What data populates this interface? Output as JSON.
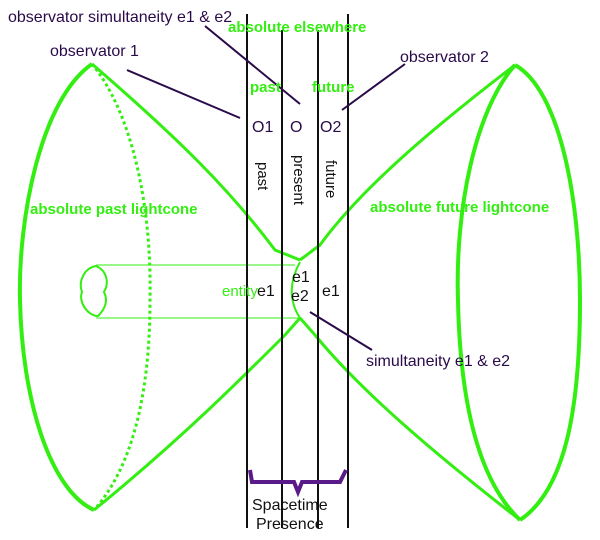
{
  "labels": {
    "observer_simultaneity": "observator simultaneity e1 & e2",
    "absolute_elsewhere": "absolute elsewhere",
    "observer1": "observator 1",
    "observer2": "observator 2",
    "past_top": "past",
    "future_top": "future",
    "O1": "O1",
    "O": "O",
    "O2": "O2",
    "past_col": "past",
    "present_col": "present",
    "future_col": "future",
    "absolute_past": "absolute past lightcone",
    "absolute_future": "absolute future lightcone",
    "entity": "entity",
    "e1_left": "e1",
    "e1_center": "e1",
    "e2_center": "e2",
    "e1_right": "e1",
    "simultaneity": "simultaneity e1 & e2",
    "spacetime": "Spacetime",
    "presence": "Presence"
  },
  "colors": {
    "lightcone": "#33ee11",
    "annotation": "#2a0a4a",
    "worldline": "#111111",
    "bracket": "#5a1a8a"
  }
}
